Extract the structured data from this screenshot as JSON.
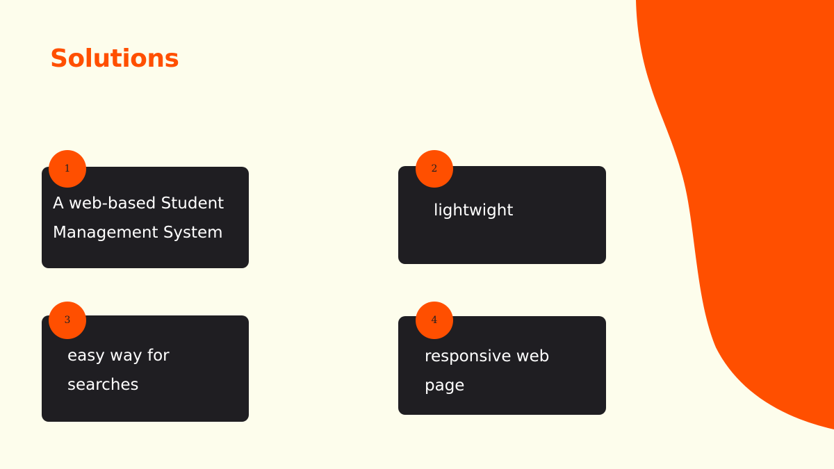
{
  "slide": {
    "title": "Solutions",
    "accent_color": "#FF4F00",
    "card_color": "#1F1E22",
    "background_color": "#FDFDEC"
  },
  "cards": [
    {
      "number": "1",
      "lines": [
        "A web-based Student",
        "Management System"
      ]
    },
    {
      "number": "2",
      "lines": [
        "lightwight"
      ]
    },
    {
      "number": "3",
      "lines": [
        "easy way for",
        "searches"
      ]
    },
    {
      "number": "4",
      "lines": [
        "responsive web",
        "page"
      ]
    }
  ]
}
